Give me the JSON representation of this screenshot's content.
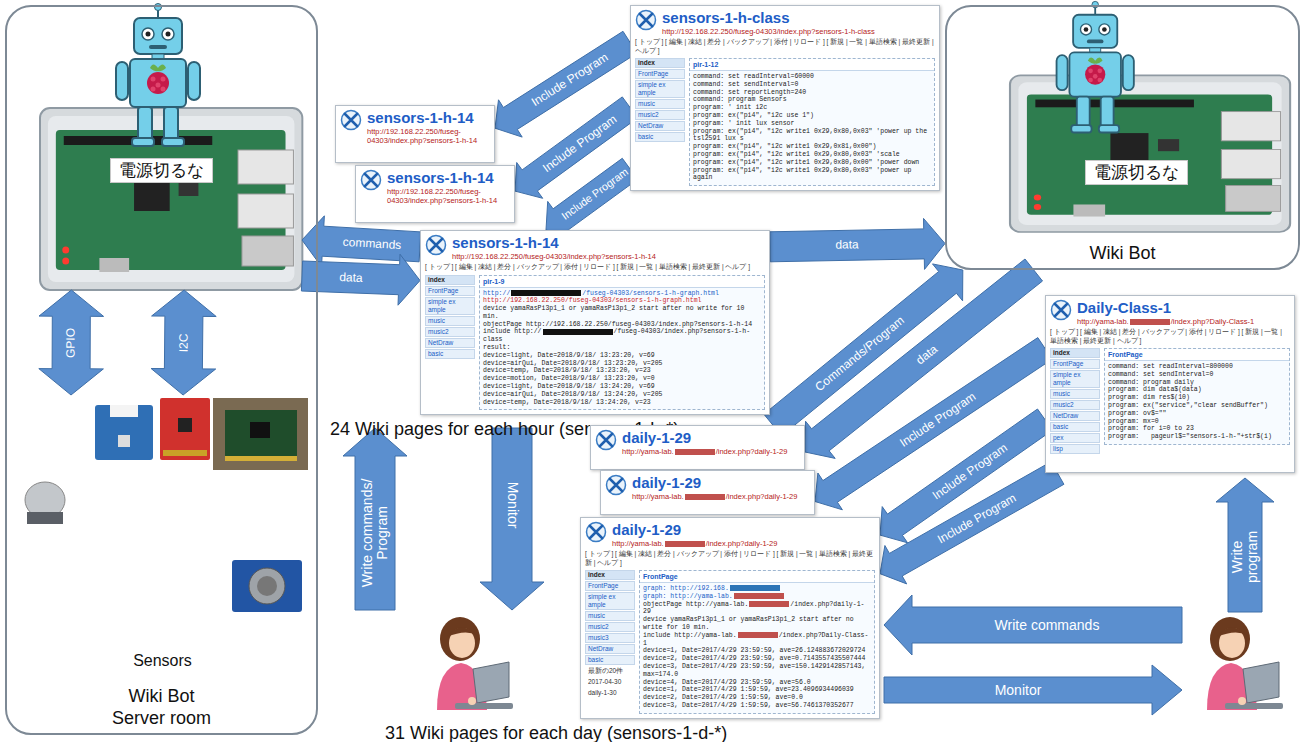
{
  "diagram": {
    "nodes": [
      {
        "text": [
          "Wiki Bot",
          "Server room"
        ]
      },
      {
        "text": [
          "電源切るな"
        ],
        "in": 0
      },
      {
        "text": [
          "Sensors"
        ],
        "in": 0
      },
      {
        "text": [
          "sensors-1-h-class",
          "http://192.168.22.250/fuseg-04303/index.php?sensors-1-h-class",
          "[ トップ ] [ 編集 | 凍結 | 差分 | バックアップ | 添付 | リロード ] [ 新規 | 一覧 | 単語検索 | 最終更新 | ヘルプ ]",
          "index",
          "FrontPage",
          "simple ex ample",
          "music",
          "music2",
          "NetDraw",
          "basic",
          "pir-1-12",
          "command: set readInterval=60000",
          "command: set sendInterval=0",
          "command: set reportLength=240",
          "command: program Sensors",
          "program: ' init i2c",
          "program: ex(\"pi4\", \"i2c use 1\")",
          "program: ' init lux sensor",
          "program: ex(\"pi4\", \"i2c write1 0x29,0x80,0x03\" 'power up the tsl2591 lux s",
          "program: ex(\"pi4\", \"i2c write1 0x29,0x81,0x00\")",
          "program: ex(\"pi4\", \"i2c write1 0x29,0x80,0x03\" 'scale",
          "program: ex(\"pi4\", \"i2c write1 0x29,0x80,0x00\" 'power down",
          "program: ex(\"pi4\", \"i2c write1 0x29,0x80,0x03\" 'power up again"
        ]
      },
      {
        "text": [
          "sensors-1-h-14",
          "http://192.168.22.250/fuseg-04303/index.php?sensors-1-h-14"
        ]
      },
      {
        "text": [
          "sensors-1-h-14",
          "http://192.168.22.250/fuseg-04303/index.php?sensors-1-h-14"
        ]
      },
      {
        "text": [
          "sensors-1-h-14",
          "http://192.168.22.250/fuseg-04303/index.php?sensors-1-h-14",
          "[ トップ ] [ 編集 | 凍結 | 差分 | バックアップ | 添付 | リロード ] [ 新規 | 一覧 | 単語検索 | 最終更新 | ヘルプ ]",
          "index",
          "FrontPage",
          "simple ex ample",
          "music",
          "music2",
          "NetDraw",
          "basic",
          "pir-1-9",
          "http://",
          "/fuseg-04303/sensors-1-h-graph.html",
          "http://192.168.22.250/fuseg-04303/sensors-1-h-graph.html",
          "device yamaRasPi3p1_1 or yamaRasPi3p1_2 start after no write for 10 min.",
          "objectPage http://192.168.22.250/fuseg-04303/index.php?sensors-1-h-14",
          "include http://",
          "/fuseg-04303/index.php?sensors-1-h-class",
          "result:",
          "device=light, Date=2018/9/18/ 13:23:20, v=69",
          "device=airQui, Date=2018/9/18/ 13:23:20, v=205",
          "device=temp, Date=2018/9/18/ 13:23:20, v=23",
          "device=motion, Date=2018/9/18/ 13:23:20, v=0",
          "device=light, Date=2018/9/18/ 13:24:20, v=69",
          "device=airQui, Date=2018/9/18/ 13:24:20, v=205",
          "device=temp, Date=2018/9/18/ 13:24:20, v=23",
          "24 Wiki pages for each hour (sensors-1-h-*)"
        ]
      },
      {
        "text": [
          "Wiki Bot"
        ]
      },
      {
        "text": [
          "電源切るな"
        ],
        "in": 7
      },
      {
        "text": [
          "Daily-Class-1",
          "http://yama-lab.",
          "/index.php?Daily-Class-1",
          "[ トップ ] [ 編集 | 凍結 | 差分 | バックアップ | 添付 | リロード ] [ 新規 | 一覧 | 単語検索 | 最終更新 | ヘルプ ]",
          "index",
          "FrontPage",
          "simple ex ample",
          "music",
          "music2",
          "NetDraw",
          "basic",
          "pex",
          "lisp",
          "FrontPage",
          "command: set readInterval=800000",
          "command: set sendInterval=0",
          "command: program daily",
          "program: dim data$(data)",
          "program: dim res$(10)",
          "program: ex(\"service\",\"clear sendBuffer\")",
          "program: ov$=\"\"",
          "program: mx=0",
          "program: for i=0 to 23",
          "program:   pageurl$=\"sensors-1-h-\"+str$(i)"
        ]
      },
      {
        "text": [
          "daily-1-29",
          "http://yama-lab.",
          "/index.php?daily-1-29"
        ]
      },
      {
        "text": [
          "daily-1-29",
          "http://yama-lab.",
          "/index.php?daily-1-29"
        ]
      },
      {
        "text": [
          "daily-1-29",
          "http://yama-lab.",
          "/index.php?daily-1-29",
          "[ トップ ] [ 編集 | 凍結 | 差分 | バックアップ | 添付 | リロード ] [ 新規 | 一覧 | 単語検索 | 最終更新 | ヘルプ ]",
          "index",
          "FrontPage",
          "simple ex ample",
          "music",
          "music2",
          "music3",
          "NetDraw",
          "basic",
          "最新の20件",
          "2017-04-30",
          "daily-1-30",
          "FrontPage",
          "graph: http://192.168.",
          "graph: http://yama-lab.",
          "objectPage http://yama-lab.",
          "/index.php?daily-1-29",
          "device yamaRasPi3p1_1 or yamaRasPi3p1_2 start after no write for 10 min.",
          "include http://yama-lab.",
          "/index.php?Daily-Class-1",
          "device=1, Date=2017/4/29 23:59:59, ave=26.124883672029724",
          "device=2, Date=2017/4/29 23:59:59, ave=0.7143557435507444",
          "device=3, Date=2017/4/29 23:59:59, ave=150.1429142857143, max=174.0",
          "device=4, Date=2017/4/29 23:59:59, ave=56.0",
          "device=1, Date=2017/4/29 1:59:59, ave=23.4096934496039",
          "device=2, Date=2017/4/29 1:59:59, ave=0.0",
          "device=3, Date=2017/4/29 1:59:59, ave=56.7461370352677",
          "31 Wiki pages for each day (sensors-1-d-*)"
        ]
      }
    ],
    "edges": [
      {
        "from": 1,
        "to": 2,
        "arrow": "both",
        "label": "GPIO"
      },
      {
        "from": 1,
        "to": 2,
        "arrow": "both",
        "label": "I2C"
      },
      {
        "from": 6,
        "to": 1,
        "arrow": "to",
        "label": "commands"
      },
      {
        "from": 1,
        "to": 6,
        "arrow": "to",
        "label": "data"
      },
      {
        "from": 3,
        "to": 4,
        "arrow": "to",
        "label": "Include Program"
      },
      {
        "from": 3,
        "to": 5,
        "arrow": "to",
        "label": "Include Program"
      },
      {
        "from": 3,
        "to": 6,
        "arrow": "to",
        "label": "Include Program"
      },
      {
        "from": 6,
        "to": 7,
        "arrow": "to",
        "label": "data"
      },
      {
        "from": 10,
        "to": 7,
        "arrow": "to",
        "label": "Commands/Program"
      },
      {
        "from": 7,
        "to": 10,
        "arrow": "to",
        "label": "data"
      },
      {
        "from": 9,
        "to": 11,
        "arrow": "to",
        "label": "Include Program"
      },
      {
        "from": 9,
        "to": 12,
        "arrow": "to",
        "label": "Include Program"
      },
      {
        "from": 9,
        "to": 12,
        "arrow": "to",
        "label": "Include Program"
      }
    ],
    "labels": [
      "Write commands/ Program",
      "Monitor",
      "Write program",
      "Write commands",
      "Monitor"
    ]
  }
}
